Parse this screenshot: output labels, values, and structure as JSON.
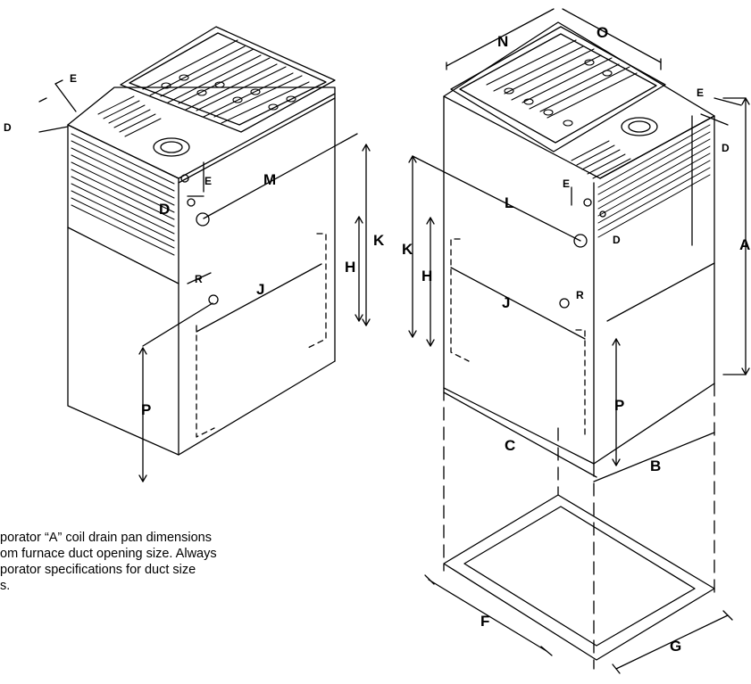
{
  "labels": {
    "left": {
      "D": "D",
      "E": "E",
      "E2": "E",
      "D2": "D",
      "M": "M",
      "R": "R",
      "J": "J",
      "H": "H",
      "K": "K",
      "P": "P"
    },
    "right": {
      "N": "N",
      "O": "O",
      "E": "E",
      "D": "D",
      "E2": "E",
      "D2": "D",
      "L": "L",
      "A": "A",
      "K": "K",
      "H": "H",
      "J": "J",
      "R": "R",
      "P": "P",
      "C": "C",
      "B": "B",
      "F": "F",
      "G": "G"
    }
  },
  "note": {
    "lines": [
      "porator “A” coil drain pan dimensions",
      "om furnace duct opening size. Always",
      "porator specifications for duct size",
      "s."
    ]
  },
  "colors": {
    "line": "#000000",
    "background": "#ffffff"
  }
}
